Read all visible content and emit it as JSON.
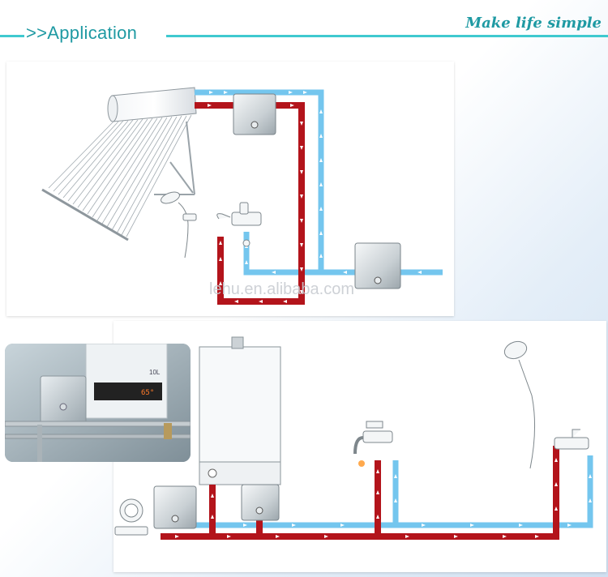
{
  "header": {
    "arrows": ">>",
    "title": "Application",
    "slogan": "Make life simple",
    "accent_color": "#3fc9cf",
    "text_color": "#1f9aa3"
  },
  "diagram": {
    "watermark": "lehu.en.alibaba.com",
    "pipe_hot_color": "#b3141b",
    "pipe_cold_color": "#74c6ee",
    "photo_display_text": "10L",
    "photo_readout": "65°"
  }
}
